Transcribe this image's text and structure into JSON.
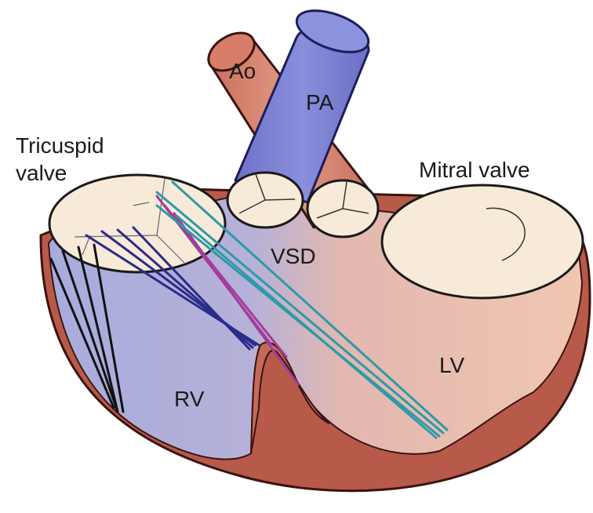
{
  "labels": {
    "ao": "Ao",
    "pa": "PA",
    "tricuspid_line1": "Tricuspid",
    "tricuspid_line2": "valve",
    "mitral": "Mitral valve",
    "vsd": "VSD",
    "lv": "LV",
    "rv": "RV"
  },
  "colors": {
    "outer_wall": "#b85a4a",
    "outer_wall_stroke": "#3a1410",
    "lv_cavity": "#eec0ac",
    "rv_cavity": "#a9addc",
    "aorta": "#d9826e",
    "aorta_stroke": "#3a1410",
    "pa": "#7e84d6",
    "pa_stroke": "#1c1e5a",
    "valve_fill": "#f8ead8",
    "septum": "#c46a58",
    "chord_navy": "#2a2c8a",
    "chord_teal": "#2d9aa8",
    "chord_magenta": "#a43c9a",
    "chord_black": "#111111"
  }
}
